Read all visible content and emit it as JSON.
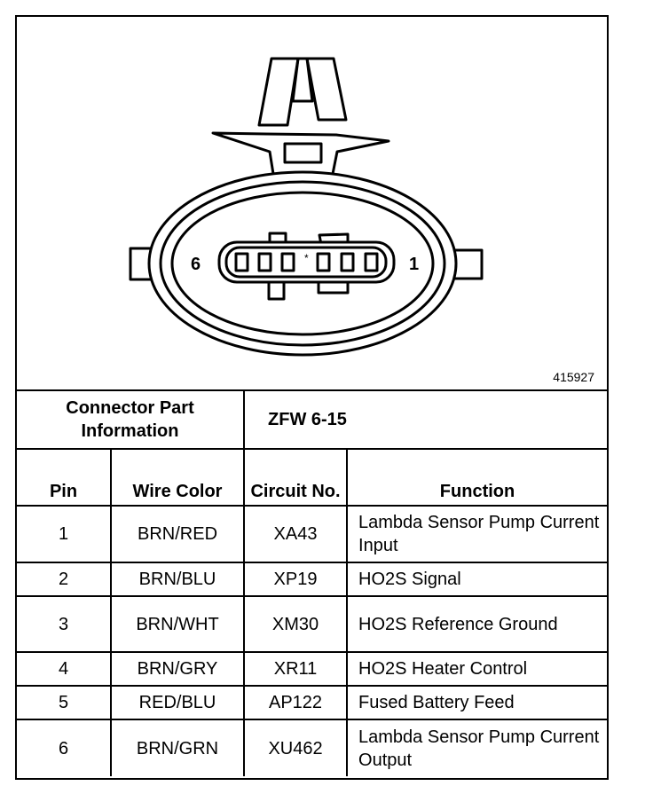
{
  "figure_id": "415927",
  "connector": {
    "pin_label_left": "6",
    "pin_label_right": "1"
  },
  "table": {
    "info_label": "Connector Part Information",
    "info_value": "ZFW 6-15",
    "headers": {
      "pin": "Pin",
      "wire_color": "Wire Color",
      "circuit": "Circuit No.",
      "function": "Function"
    },
    "rows": [
      {
        "pin": "1",
        "wire_color": "BRN/RED",
        "circuit": "XA43",
        "function": "Lambda Sensor Pump Current Input"
      },
      {
        "pin": "2",
        "wire_color": "BRN/BLU",
        "circuit": "XP19",
        "function": "HO2S Signal"
      },
      {
        "pin": "3",
        "wire_color": "BRN/WHT",
        "circuit": "XM30",
        "function": "HO2S Reference Ground"
      },
      {
        "pin": "4",
        "wire_color": "BRN/GRY",
        "circuit": "XR11",
        "function": "HO2S Heater Control"
      },
      {
        "pin": "5",
        "wire_color": "RED/BLU",
        "circuit": "AP122",
        "function": "Fused Battery Feed"
      },
      {
        "pin": "6",
        "wire_color": "BRN/GRN",
        "circuit": "XU462",
        "function": "Lambda Sensor Pump Current Output"
      }
    ]
  }
}
